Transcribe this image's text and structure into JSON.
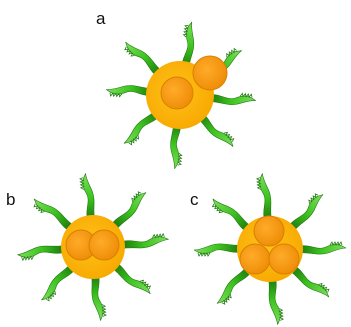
{
  "panels": [
    {
      "label": "a",
      "inner_spheres": 2
    },
    {
      "label": "b",
      "inner_spheres": 2
    },
    {
      "label": "c",
      "inner_spheres": 3
    }
  ],
  "colors": {
    "core": "#FFB300",
    "inner_sphere": "#F59A10",
    "inner_sphere_stroke": "#D97F00",
    "arm": "#3CC21E",
    "arm_light": "#7EE05E",
    "arm_dark": "#1E7A0E"
  }
}
